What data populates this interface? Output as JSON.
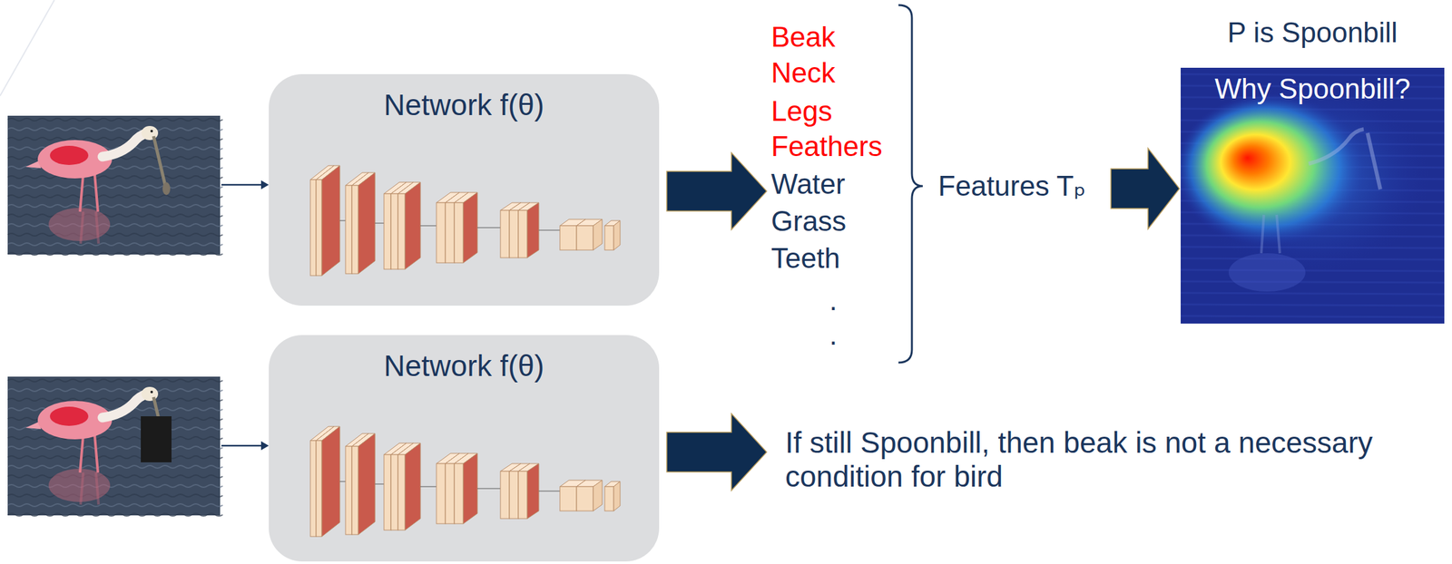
{
  "diagram": {
    "nodes": [
      {
        "text": [
          "Network f(θ)"
        ]
      },
      {
        "text": [
          "P is Spoonbill",
          "Why Spoonbill?"
        ]
      },
      {
        "text": [
          "Network f(θ)"
        ]
      }
    ],
    "labels": [
      "Beak",
      "Neck",
      "Legs",
      "Feathers",
      "Water",
      "Grass",
      "Teeth",
      ".",
      ".",
      "Features Tₚ",
      "If still Spoonbill, then beak is not a necessary condition for bird"
    ]
  }
}
